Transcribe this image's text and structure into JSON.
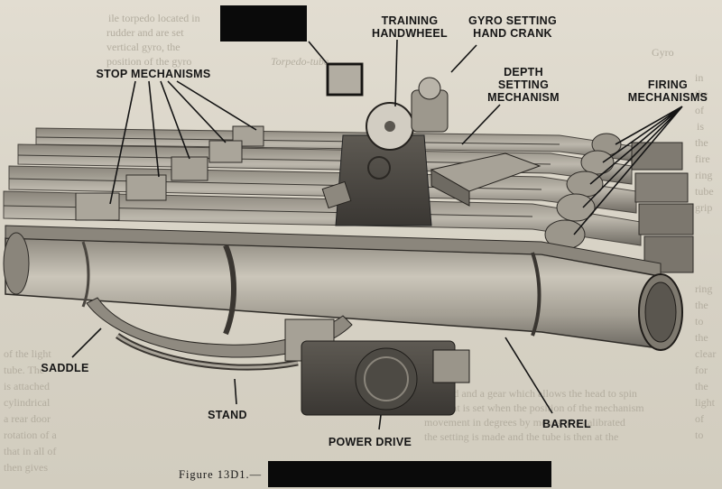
{
  "labels": {
    "training_handwheel": [
      "TRAINING",
      "HANDWHEEL"
    ],
    "gyro_setting_hand_crank": [
      "GYRO SETTING",
      "HAND CRANK"
    ],
    "depth_setting_mechanism": [
      "DEPTH",
      "SETTING",
      "MECHANISM"
    ],
    "firing_mechanisms": [
      "FIRING",
      "MECHANISMS"
    ],
    "stop_mechanisms": "STOP MECHANISMS",
    "saddle": "SADDLE",
    "stand": "STAND",
    "power_drive": "POWER DRIVE",
    "barrel": "BARREL"
  },
  "caption": {
    "figure_number": "Figure 13D1.—"
  },
  "background_text": {
    "left_lines": [
      "ile torpedo located in",
      "rudder and are set",
      "vertical gyro, the",
      "position of the gyro"
    ],
    "right_lines": [
      "Torpedo-tube",
      "Gyro",
      "in",
      "the",
      "of",
      "is",
      "the",
      "fire",
      "ring",
      "tube",
      "grip",
      "ring",
      "the",
      "to",
      "the",
      "clear",
      "for",
      "the",
      "light",
      "of",
      "to"
    ],
    "bottom_lines": [
      "by hand and a gear which allows the head to spin",
      "tion that is set when the position of the mechanism",
      "movement in degrees by means of a calibrated",
      "the setting is made and the tube is then at the"
    ],
    "lower_left_lines": [
      "of the light",
      "tube. The",
      "is attached",
      "cylindrical",
      "a rear door",
      "rotation of a",
      "that in all of",
      "then gives"
    ]
  }
}
